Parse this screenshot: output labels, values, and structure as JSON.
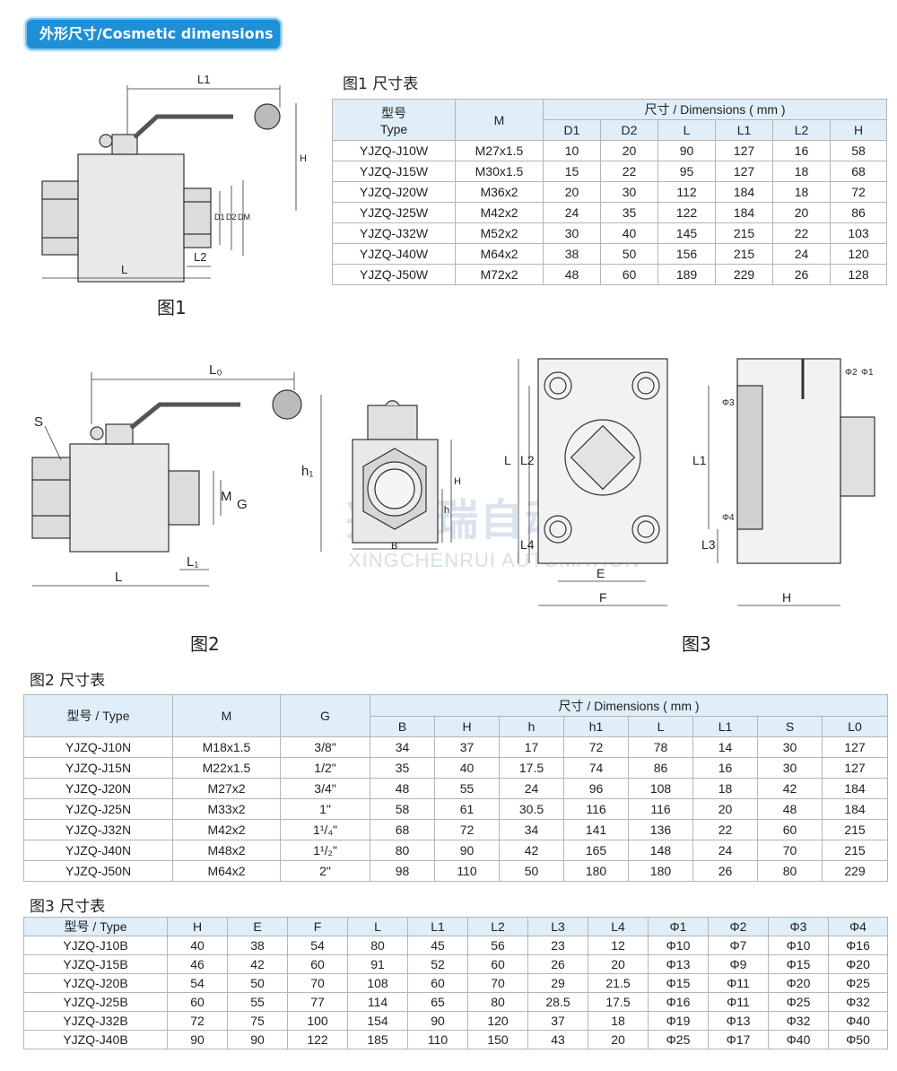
{
  "header": {
    "banner": "外形尺寸/Cosmetic dimensions"
  },
  "fig1": {
    "label": "图1",
    "dim_labels": {
      "L1": "L1",
      "H": "H",
      "L": "L",
      "L2": "L2",
      "D1": "D1",
      "D2": "D2",
      "DM": "DM"
    }
  },
  "fig2": {
    "label": "图2",
    "dim_labels": {
      "S": "S",
      "L0": "L₀",
      "h1": "h₁",
      "M": "M",
      "G": "G",
      "L1": "L₁",
      "L": "L",
      "H": "H",
      "h": "h",
      "B": "B"
    }
  },
  "fig3": {
    "label": "图3",
    "dim_labels": {
      "L": "L",
      "L2": "L2",
      "L4": "L4",
      "E": "E",
      "F": "F",
      "L1": "L1",
      "L3": "L3",
      "H": "H",
      "phi1": "Φ1",
      "phi2": "Φ2",
      "phi3": "Φ3",
      "phi4": "Φ4"
    }
  },
  "watermark": {
    "cn": "兴辰瑞自动化",
    "en": "XINGCHENRUI AUTOMATION"
  },
  "table1": {
    "caption": "图1  尺寸表",
    "type_head_cn": "型号",
    "type_head_en": "Type",
    "m_head": "M",
    "dims_head": "尺寸 / Dimensions ( mm )",
    "cols": [
      "D1",
      "D2",
      "L",
      "L1",
      "L2",
      "H"
    ],
    "rows": [
      [
        "YJZQ-J10W",
        "M27x1.5",
        "10",
        "20",
        "90",
        "127",
        "16",
        "58"
      ],
      [
        "YJZQ-J15W",
        "M30x1.5",
        "15",
        "22",
        "95",
        "127",
        "18",
        "68"
      ],
      [
        "YJZQ-J20W",
        "M36x2",
        "20",
        "30",
        "112",
        "184",
        "18",
        "72"
      ],
      [
        "YJZQ-J25W",
        "M42x2",
        "24",
        "35",
        "122",
        "184",
        "20",
        "86"
      ],
      [
        "YJZQ-J32W",
        "M52x2",
        "30",
        "40",
        "145",
        "215",
        "22",
        "103"
      ],
      [
        "YJZQ-J40W",
        "M64x2",
        "38",
        "50",
        "156",
        "215",
        "24",
        "120"
      ],
      [
        "YJZQ-J50W",
        "M72x2",
        "48",
        "60",
        "189",
        "229",
        "26",
        "128"
      ]
    ]
  },
  "table2": {
    "caption": "图2  尺寸表",
    "type_head": "型号 / Type",
    "m_head": "M",
    "g_head": "G",
    "dims_head": "尺寸 / Dimensions ( mm )",
    "cols": [
      "B",
      "H",
      "h",
      "h1",
      "L",
      "L1",
      "S",
      "L0"
    ],
    "rows": [
      [
        "YJZQ-J10N",
        "M18x1.5",
        "3/8\"",
        "34",
        "37",
        "17",
        "72",
        "78",
        "14",
        "30",
        "127"
      ],
      [
        "YJZQ-J15N",
        "M22x1.5",
        "1/2\"",
        "35",
        "40",
        "17.5",
        "74",
        "86",
        "16",
        "30",
        "127"
      ],
      [
        "YJZQ-J20N",
        "M27x2",
        "3/4\"",
        "48",
        "55",
        "24",
        "96",
        "108",
        "18",
        "42",
        "184"
      ],
      [
        "YJZQ-J25N",
        "M33x2",
        "1\"",
        "58",
        "61",
        "30.5",
        "116",
        "116",
        "20",
        "48",
        "184"
      ],
      [
        "YJZQ-J32N",
        "M42x2",
        "1¹/₄\"",
        "68",
        "72",
        "34",
        "141",
        "136",
        "22",
        "60",
        "215"
      ],
      [
        "YJZQ-J40N",
        "M48x2",
        "1¹/₂\"",
        "80",
        "90",
        "42",
        "165",
        "148",
        "24",
        "70",
        "215"
      ],
      [
        "YJZQ-J50N",
        "M64x2",
        "2\"",
        "98",
        "110",
        "50",
        "180",
        "180",
        "26",
        "80",
        "229"
      ]
    ]
  },
  "table3": {
    "caption": "图3  尺寸表",
    "headers": [
      "型号 / Type",
      "H",
      "E",
      "F",
      "L",
      "L1",
      "L2",
      "L3",
      "L4",
      "Φ1",
      "Φ2",
      "Φ3",
      "Φ4"
    ],
    "rows": [
      [
        "YJZQ-J10B",
        "40",
        "38",
        "54",
        "80",
        "45",
        "56",
        "23",
        "12",
        "Φ10",
        "Φ7",
        "Φ10",
        "Φ16"
      ],
      [
        "YJZQ-J15B",
        "46",
        "42",
        "60",
        "91",
        "52",
        "60",
        "26",
        "20",
        "Φ13",
        "Φ9",
        "Φ15",
        "Φ20"
      ],
      [
        "YJZQ-J20B",
        "54",
        "50",
        "70",
        "108",
        "60",
        "70",
        "29",
        "21.5",
        "Φ15",
        "Φ11",
        "Φ20",
        "Φ25"
      ],
      [
        "YJZQ-J25B",
        "60",
        "55",
        "77",
        "114",
        "65",
        "80",
        "28.5",
        "17.5",
        "Φ16",
        "Φ11",
        "Φ25",
        "Φ32"
      ],
      [
        "YJZQ-J32B",
        "72",
        "75",
        "100",
        "154",
        "90",
        "120",
        "37",
        "18",
        "Φ19",
        "Φ13",
        "Φ32",
        "Φ40"
      ],
      [
        "YJZQ-J40B",
        "90",
        "90",
        "122",
        "185",
        "110",
        "150",
        "43",
        "20",
        "Φ25",
        "Φ17",
        "Φ40",
        "Φ50"
      ]
    ]
  }
}
